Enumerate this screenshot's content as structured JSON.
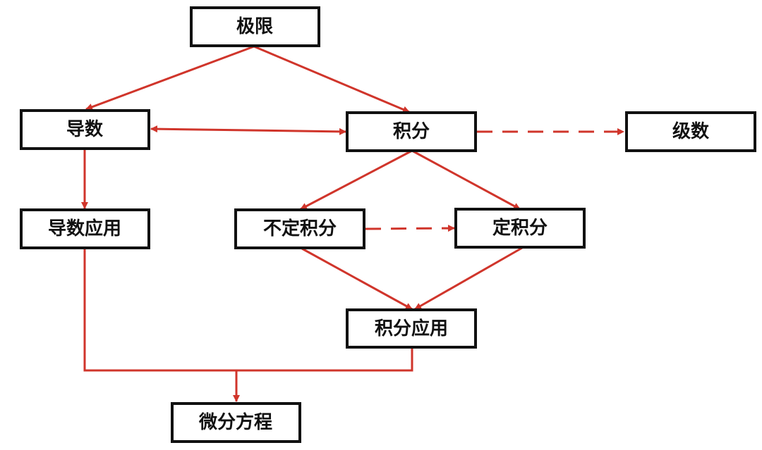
{
  "diagram": {
    "colors": {
      "arrow": "#d0352b",
      "box_border": "#111111",
      "text": "#111111",
      "background": "#ffffff"
    },
    "nodes": {
      "jixian": "极限",
      "daoshu": "导数",
      "jifen": "积分",
      "jishu": "级数",
      "daoshu_yingyong": "导数应用",
      "budingjifen": "不定积分",
      "dingjifen": "定积分",
      "jifen_yingyong": "积分应用",
      "weifen_fangcheng": "微分方程"
    },
    "edges": [
      {
        "from": "jixian",
        "to": "daoshu",
        "style": "solid",
        "direction": "forward"
      },
      {
        "from": "jixian",
        "to": "jifen",
        "style": "solid",
        "direction": "forward"
      },
      {
        "from": "daoshu",
        "to": "jifen",
        "style": "solid",
        "direction": "both"
      },
      {
        "from": "jifen",
        "to": "jishu",
        "style": "dashed",
        "direction": "forward"
      },
      {
        "from": "daoshu",
        "to": "daoshu_yingyong",
        "style": "solid",
        "direction": "forward"
      },
      {
        "from": "jifen",
        "to": "budingjifen",
        "style": "solid",
        "direction": "forward"
      },
      {
        "from": "jifen",
        "to": "dingjifen",
        "style": "solid",
        "direction": "forward"
      },
      {
        "from": "budingjifen",
        "to": "dingjifen",
        "style": "dashed",
        "direction": "forward"
      },
      {
        "from": "budingjifen",
        "to": "jifen_yingyong",
        "style": "solid",
        "direction": "forward"
      },
      {
        "from": "dingjifen",
        "to": "jifen_yingyong",
        "style": "solid",
        "direction": "forward"
      },
      {
        "from": "daoshu_yingyong",
        "to": "weifen_fangcheng",
        "style": "solid",
        "direction": "forward"
      },
      {
        "from": "jifen_yingyong",
        "to": "weifen_fangcheng",
        "style": "solid",
        "direction": "forward"
      }
    ]
  }
}
